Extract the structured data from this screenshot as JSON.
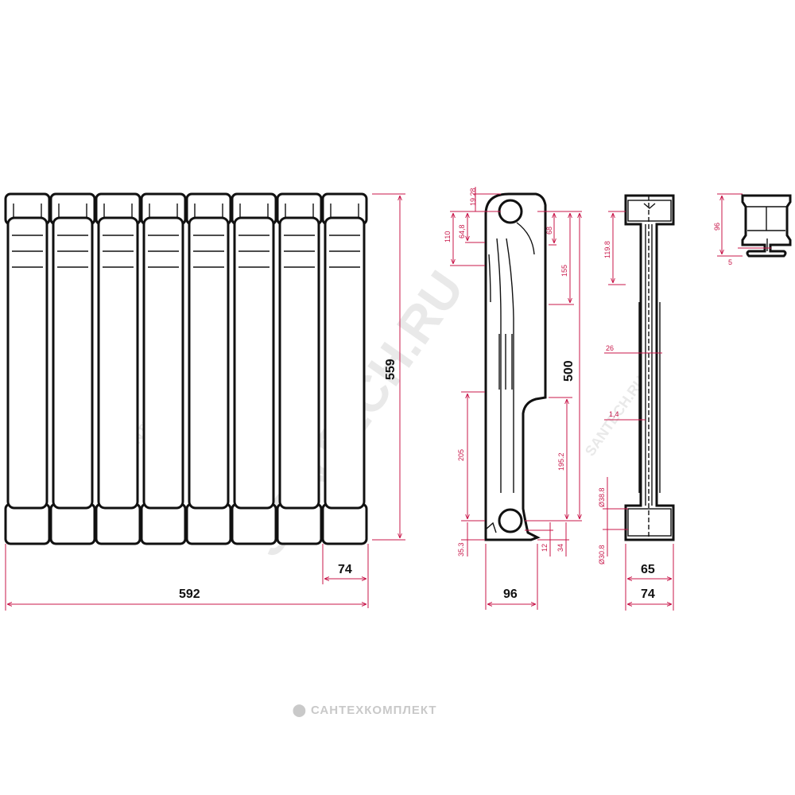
{
  "watermark": {
    "main": "SANTECH.RU",
    "small": "SANTECH.RU"
  },
  "footer": {
    "brand": "САНТЕХКОМПЛЕКТ"
  },
  "colors": {
    "dimension": "#c8174a",
    "outline": "#111111",
    "watermark": "#e9e9e9"
  },
  "front_view": {
    "height_label": "559",
    "section_width_label": "74",
    "total_width_label": "592",
    "section_count": 8
  },
  "side_view": {
    "top_offset_label": "19.28",
    "d110_label": "110",
    "d64_label": "64,8",
    "d68_label": "68",
    "d155_label": "155",
    "center_distance_label": "500",
    "d205_label": "205",
    "d195_label": "195.2",
    "d35_label": "35.3",
    "d12_label": "12",
    "d34_label": "34",
    "depth_label": "96"
  },
  "section_view": {
    "d119_label": "119.8",
    "d26_label": "26",
    "d14_label": "1,4",
    "dia38_label": "Ø38.8",
    "dia30_label": "Ø30.8",
    "d65_label": "65",
    "d74_label": "74"
  },
  "top_view": {
    "height_label": "96",
    "d5_label": "5"
  }
}
